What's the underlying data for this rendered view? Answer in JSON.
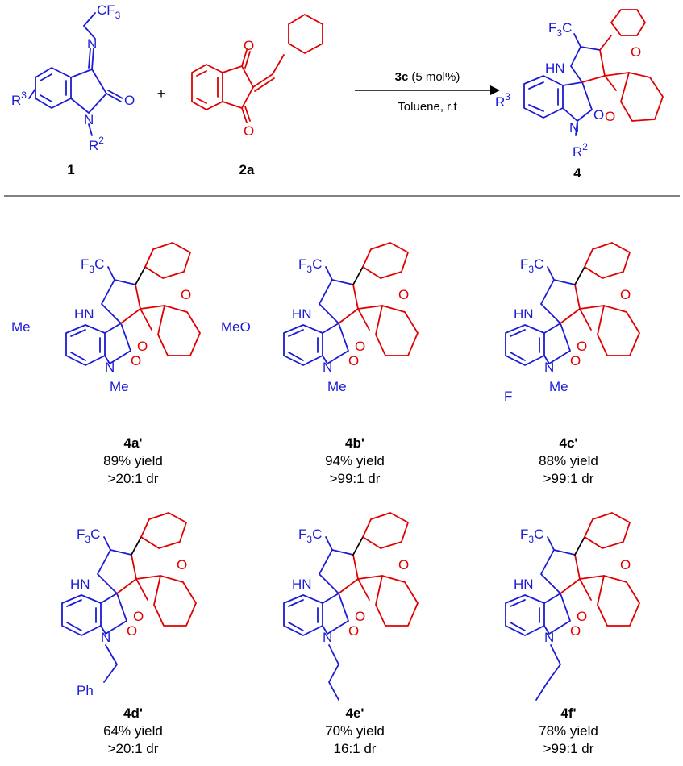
{
  "scheme": {
    "reagent_catalyst": "3c",
    "reagent_loading": "(5 mol%)",
    "conditions": "Toluene, r.t",
    "plus": "+",
    "reactant1_label": "1",
    "reactant2_label": "2a",
    "product_label": "4"
  },
  "atoms": {
    "cf3_sub": "CF",
    "three": "3",
    "f3c": "F",
    "f3c_3": "3",
    "f3c_c": "C",
    "n": "N",
    "hn": "HN",
    "o": "O",
    "r": "R",
    "r2_sup": "2",
    "r3_sup": "3",
    "me": "Me",
    "meo": "MeO",
    "f": "F",
    "ph": "Ph"
  },
  "products": [
    {
      "code": "4a'",
      "yield": "89% yield",
      "dr": ">20:1 dr"
    },
    {
      "code": "4b'",
      "yield": "94% yield",
      "dr": ">99:1 dr"
    },
    {
      "code": "4c'",
      "yield": "88% yield",
      "dr": ">99:1 dr"
    },
    {
      "code": "4d'",
      "yield": "64% yield",
      "dr": ">20:1 dr"
    },
    {
      "code": "4e'",
      "yield": "70% yield",
      "dr": "16:1 dr"
    },
    {
      "code": "4f'",
      "yield": "78% yield",
      "dr": ">99:1 dr"
    }
  ]
}
